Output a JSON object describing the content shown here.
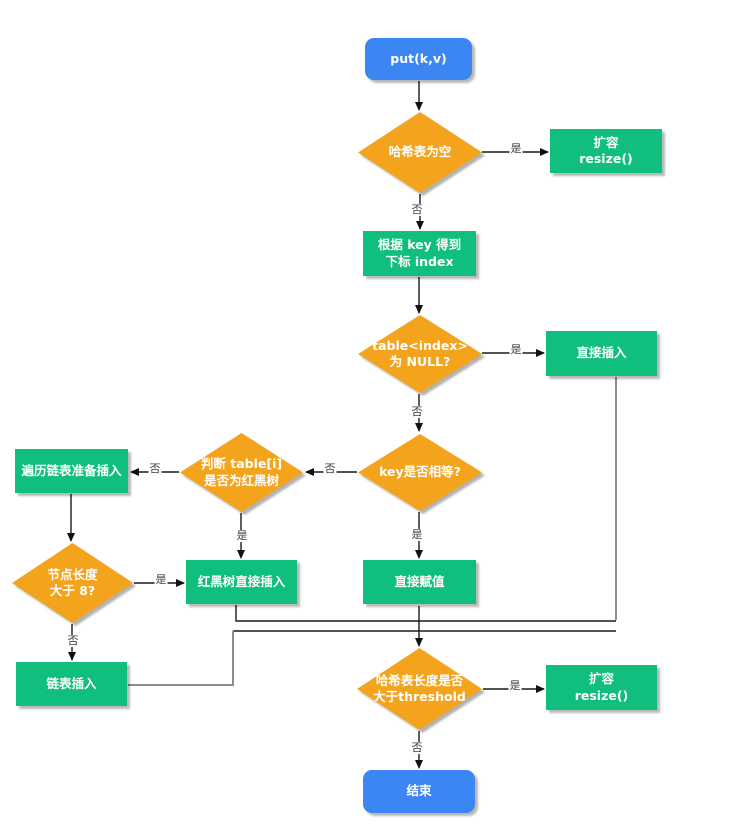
{
  "colors": {
    "process": "#10BE7D",
    "decision": "#F3A31C",
    "terminal": "#3C86F4",
    "edge": "#1a1a1a",
    "merge_edge": "#8c8c8c"
  },
  "edge_labels": {
    "yes": "是",
    "no": "否"
  },
  "nodes": {
    "start": {
      "label": "put(k,v)"
    },
    "check_empty": {
      "label": "哈希表为空"
    },
    "resize_top": {
      "lines": [
        "扩容",
        "resize()"
      ]
    },
    "calc_index": {
      "lines": [
        "根据 key 得到",
        "下标 index"
      ]
    },
    "check_null": {
      "lines": [
        "table<index>",
        "为 NULL?"
      ]
    },
    "direct_insert": {
      "label": "直接插入"
    },
    "check_key_equal": {
      "label": "key是否相等?"
    },
    "check_rbtree": {
      "lines": [
        "判断 table[i]",
        "是否为红黑树"
      ]
    },
    "traverse_list": {
      "label": "遍历链表准备插入"
    },
    "check_length": {
      "lines": [
        "节点长度",
        "大于 8?"
      ]
    },
    "rbtree_insert": {
      "label": "红黑树直接插入"
    },
    "direct_assign": {
      "label": "直接赋值"
    },
    "list_insert": {
      "label": "链表插入"
    },
    "check_threshold": {
      "lines": [
        "哈希表长度是否",
        "大于threshold"
      ]
    },
    "resize_bottom": {
      "lines": [
        "扩容",
        "resize()"
      ]
    },
    "end": {
      "label": "结束"
    }
  }
}
